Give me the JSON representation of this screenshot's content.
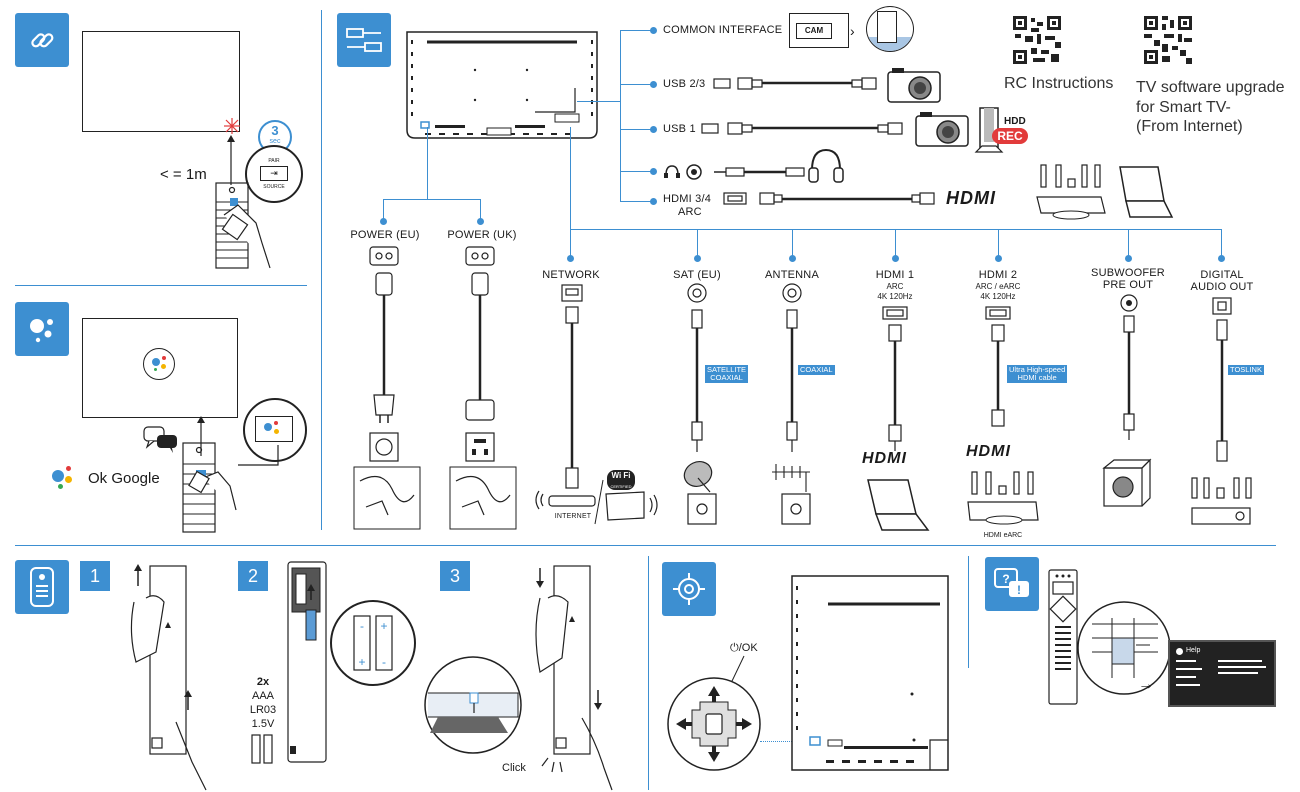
{
  "pairing": {
    "distance": "< = 1m",
    "timer_value": "3",
    "timer_unit": "sec",
    "pair_key_top": "PAIR",
    "pair_key_bottom": "SOURCE"
  },
  "assistant": {
    "ok_google": "Ok Google"
  },
  "top_connections": {
    "common_interface": "COMMON INTERFACE",
    "cam": "CAM",
    "usb23": "USB 2/3",
    "usb1": "USB 1",
    "hdd": "HDD",
    "rec": "REC",
    "hdmi34": "HDMI 3/4",
    "hdmi34_sub": "ARC",
    "hdmi_logo": "HDMI"
  },
  "qr": {
    "rc_instructions": "RC Instructions",
    "tv_software_line1": "TV software upgrade",
    "tv_software_line2": "for Smart TV-",
    "tv_software_line3": "(From Internet)"
  },
  "power": {
    "eu": "POWER (EU)",
    "uk": "POWER (UK)"
  },
  "bottom_connections": {
    "network": "NETWORK",
    "internet": "INTERNET",
    "wifi": "Wi Fi",
    "wifi_cert": "CERTIFIED",
    "sat": "SAT (EU)",
    "sat_tag_1": "SATELLITE",
    "sat_tag_2": "COAXIAL",
    "antenna": "ANTENNA",
    "antenna_tag": "COAXIAL",
    "hdmi1": "HDMI 1",
    "hdmi1_sub1": "ARC",
    "hdmi1_sub2": "4K 120Hz",
    "hdmi1_logo": "HDMI",
    "hdmi2": "HDMI 2",
    "hdmi2_sub1": "ARC / eARC",
    "hdmi2_sub2": "4K 120Hz",
    "hdmi2_tag_1": "Ultra High-speed",
    "hdmi2_tag_2": "HDMI cable",
    "hdmi2_logo": "HDMI",
    "hdmi_earc": "HDMI eARC",
    "sub_line1": "SUBWOOFER",
    "sub_line2": "PRE OUT",
    "digital_line1": "DIGITAL",
    "digital_line2": "AUDIO OUT",
    "toslink": "TOSLINK"
  },
  "batteries": {
    "step1": "1",
    "step2": "2",
    "step3": "3",
    "qty": "2x",
    "type1": "AAA",
    "type2": "LR03",
    "voltage": "1.5V",
    "click": "Click"
  },
  "joystick": {
    "power_ok": "⏻/OK"
  },
  "help": {
    "title": "Help"
  },
  "colors": {
    "accent": "#3d8fd1",
    "rec_red": "#e23b3b"
  }
}
